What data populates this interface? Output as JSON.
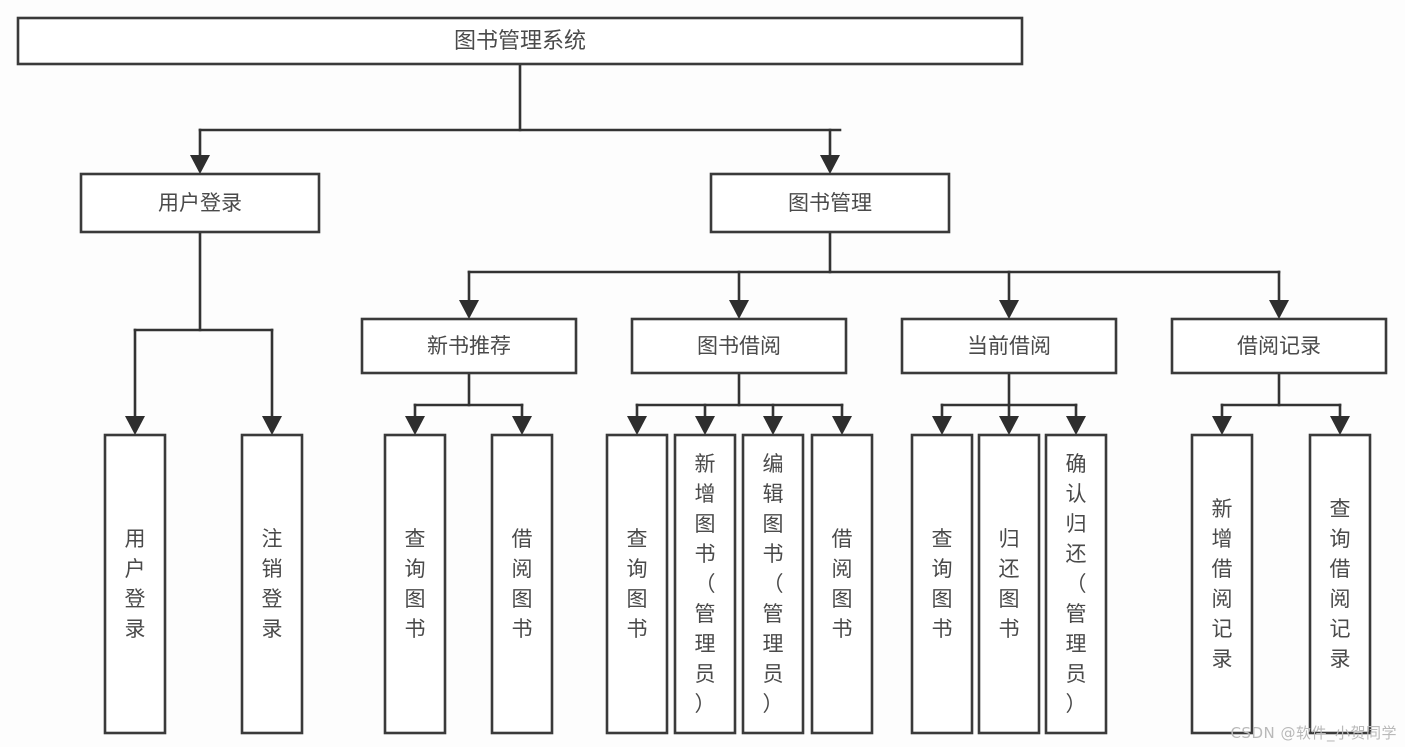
{
  "diagram": {
    "type": "hierarchy-tree",
    "title": "图书管理系统",
    "background_color": "#fdfdfd",
    "box_fill": "#ffffff",
    "box_border_color": "#3a3a3a",
    "text_color": "#4a4a4a",
    "connector_color": "#333333"
  },
  "root": {
    "label": "图书管理系统"
  },
  "level2": [
    {
      "label": "用户登录"
    },
    {
      "label": "图书管理"
    }
  ],
  "level3": [
    {
      "label": "新书推荐"
    },
    {
      "label": "图书借阅"
    },
    {
      "label": "当前借阅"
    },
    {
      "label": "借阅记录"
    }
  ],
  "leaves": {
    "user_login": [
      {
        "label": "用户登录"
      },
      {
        "label": "注销登录"
      }
    ],
    "new_book_recommend": [
      {
        "label": "查询图书"
      },
      {
        "label": "借阅图书"
      }
    ],
    "book_borrow": [
      {
        "label": "查询图书"
      },
      {
        "label": "新增图书（管理员）"
      },
      {
        "label": "编辑图书（管理员）"
      },
      {
        "label": "借阅图书"
      }
    ],
    "current_borrow": [
      {
        "label": "查询图书"
      },
      {
        "label": "归还图书"
      },
      {
        "label": "确认归还（管理员）"
      }
    ],
    "borrow_record": [
      {
        "label": "新增借阅记录"
      },
      {
        "label": "查询借阅记录"
      }
    ]
  },
  "watermark": {
    "text": "CSDN @软件_小贺同学"
  }
}
